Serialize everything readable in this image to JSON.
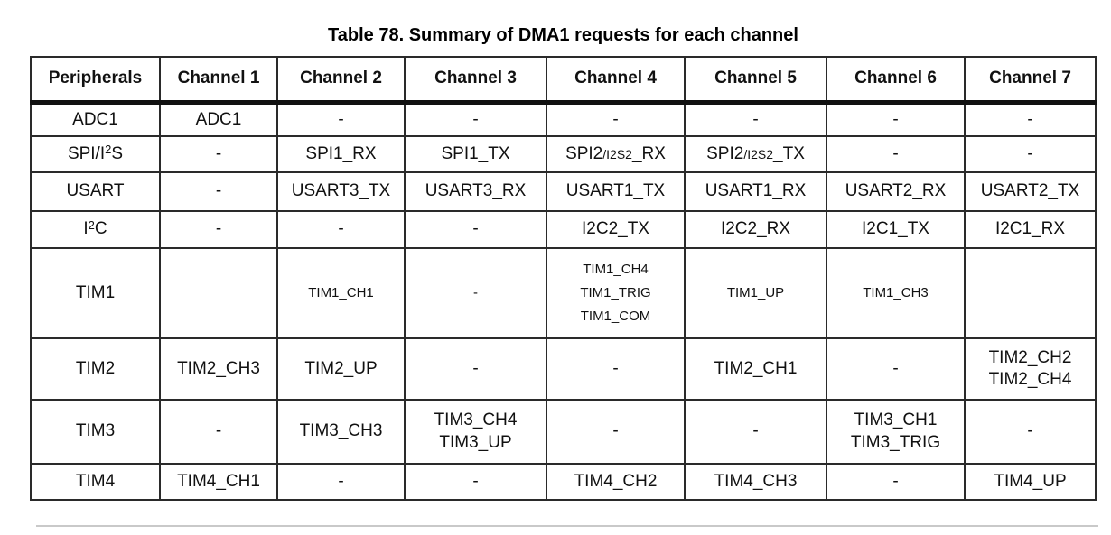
{
  "title": "Table 78. Summary of DMA1 requests for each channel",
  "colors": {
    "background": "#ffffff",
    "text": "#111111",
    "title_text": "#000000",
    "border": "#2a2a2a",
    "scan_shadow": "#c9c9c9"
  },
  "table": {
    "headers": [
      "Peripherals",
      "Channel 1",
      "Channel 2",
      "Channel 3",
      "Channel 4",
      "Channel 5",
      "Channel 6",
      "Channel 7"
    ],
    "rows": [
      {
        "peripheral": {
          "text": "ADC1"
        },
        "cells": [
          {
            "text": "ADC1"
          },
          {
            "text": "-"
          },
          {
            "text": "-"
          },
          {
            "text": "-"
          },
          {
            "text": "-"
          },
          {
            "text": "-"
          },
          {
            "text": "-"
          }
        ]
      },
      {
        "peripheral": {
          "text": "SPI/I",
          "sup": "2",
          "post": "S"
        },
        "cells": [
          {
            "text": "-"
          },
          {
            "text": "SPI1_RX"
          },
          {
            "text": "SPI1_TX"
          },
          {
            "text": "SPI2",
            "small": "/I2S2",
            "post": "_RX"
          },
          {
            "text": "SPI2",
            "small": "/I2S2",
            "post": "_TX"
          },
          {
            "text": "-"
          },
          {
            "text": "-"
          }
        ]
      },
      {
        "peripheral": {
          "text": "USART"
        },
        "cells": [
          {
            "text": "-"
          },
          {
            "text": "USART3_TX"
          },
          {
            "text": "USART3_RX"
          },
          {
            "text": "USART1_TX"
          },
          {
            "text": "USART1_RX"
          },
          {
            "text": "USART2_RX"
          },
          {
            "text": "USART2_TX"
          }
        ]
      },
      {
        "peripheral": {
          "text": "I",
          "sup": "2",
          "post": "C"
        },
        "cells": [
          {
            "text": "-"
          },
          {
            "text": "-"
          },
          {
            "text": "-"
          },
          {
            "text": "I2C2_TX"
          },
          {
            "text": "I2C2_RX"
          },
          {
            "text": "I2C1_TX"
          },
          {
            "text": "I2C1_RX"
          }
        ]
      },
      {
        "peripheral": {
          "text": "TIM1"
        },
        "cells": [
          {
            "text": ""
          },
          {
            "text": "TIM1_CH1"
          },
          {
            "text": "-"
          },
          {
            "text": "TIM1_CH4\nTIM1_TRIG\nTIM1_COM"
          },
          {
            "text": "TIM1_UP"
          },
          {
            "text": "TIM1_CH3"
          },
          {
            "text": ""
          }
        ]
      },
      {
        "peripheral": {
          "text": "TIM2"
        },
        "cells": [
          {
            "text": "TIM2_CH3"
          },
          {
            "text": "TIM2_UP"
          },
          {
            "text": "-"
          },
          {
            "text": "-"
          },
          {
            "text": "TIM2_CH1"
          },
          {
            "text": "-"
          },
          {
            "text": "TIM2_CH2\nTIM2_CH4"
          }
        ]
      },
      {
        "peripheral": {
          "text": "TIM3"
        },
        "cells": [
          {
            "text": "-"
          },
          {
            "text": "TIM3_CH3"
          },
          {
            "text": "TIM3_CH4\nTIM3_UP"
          },
          {
            "text": "-"
          },
          {
            "text": "-"
          },
          {
            "text": "TIM3_CH1\nTIM3_TRIG"
          },
          {
            "text": "-"
          }
        ]
      },
      {
        "peripheral": {
          "text": "TIM4"
        },
        "cells": [
          {
            "text": "TIM4_CH1"
          },
          {
            "text": "-"
          },
          {
            "text": "-"
          },
          {
            "text": "TIM4_CH2"
          },
          {
            "text": "TIM4_CH3"
          },
          {
            "text": "-"
          },
          {
            "text": "TIM4_UP"
          }
        ]
      }
    ]
  }
}
